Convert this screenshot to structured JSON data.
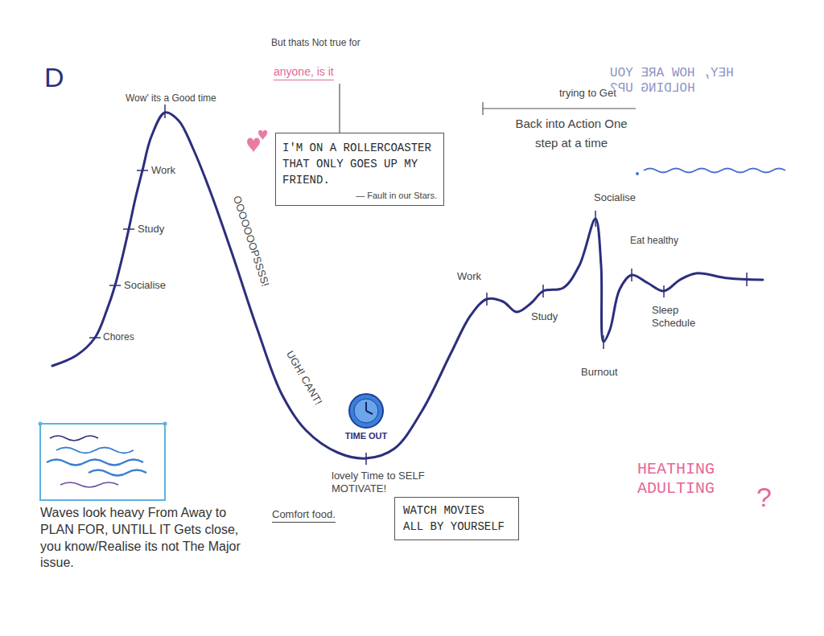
{
  "diagram": {
    "nodes": [
      {
        "text": [
          "I'M ON A ROLLERCOASTER THAT ONLY GOES UP MY FRIEND.",
          "— Fault in our Stars."
        ]
      },
      {
        "text": [
          "WATCH MOVIES ALL BY YOURSELF"
        ]
      }
    ],
    "labels": [
      "D",
      "Wow' its a Good time",
      "Work",
      "Study",
      "Socialise",
      "Chores",
      "But thats Not true for",
      "anyone, is it",
      "OOOOOOOPSSSS!",
      "UGH! CANT!",
      "TIME OUT",
      "lovely Time to SELF MOTIVATE!",
      "Comfort food.",
      "trying to Get",
      "Back into Action One step at a time",
      "HEY, HOW ARE YOU HOLDING UP?",
      "Work",
      "Study",
      "Socialise",
      "Eat healthy",
      "Sleep Schedule",
      "Burnout",
      "HEATHING ADULTING",
      "?",
      "Waves look heavy From Away to PLAN FOR, UNTILL IT Gets close, you know/Realise its not The Major issue."
    ]
  }
}
